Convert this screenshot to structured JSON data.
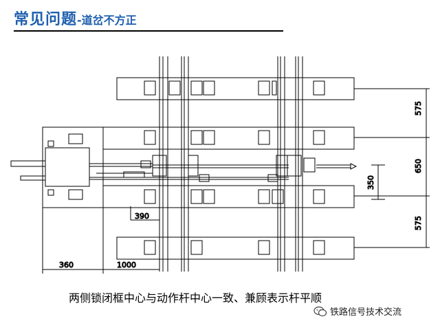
{
  "title": {
    "main": "常见问题",
    "sub": "-道岔不方正"
  },
  "caption": "两侧锁闭框中心与动作杆中心一致、兼顾表示杆平顺",
  "watermark": {
    "text": "铁路信号技术交流",
    "icon": "wechat-icon"
  },
  "dimensions": {
    "right_top": "575",
    "right_mid": "650",
    "right_bottom": "575",
    "inner": "350",
    "bottom_left_a": "390",
    "bottom_left_b": "360",
    "bottom_left_c": "1000"
  },
  "colors": {
    "title": "#1f5fae",
    "line": "#000000"
  }
}
